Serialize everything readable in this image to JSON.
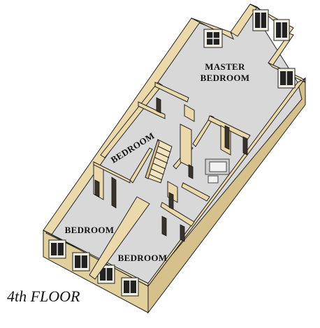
{
  "title": "4th FLOOR",
  "rooms": {
    "master": [
      "MASTER",
      "BEDROOM"
    ],
    "small_bedroom": "BEDROOM",
    "bedroom_left": "BEDROOM",
    "bedroom_right": "BEDROOM"
  },
  "colors": {
    "wall_top": "#ead9ad",
    "wall_side": "#e1cf9f",
    "wall_outline": "#1a1a1a",
    "floor": "#d6d6d6",
    "door": "#3a332b",
    "window_glass": "#f2f2f2"
  }
}
